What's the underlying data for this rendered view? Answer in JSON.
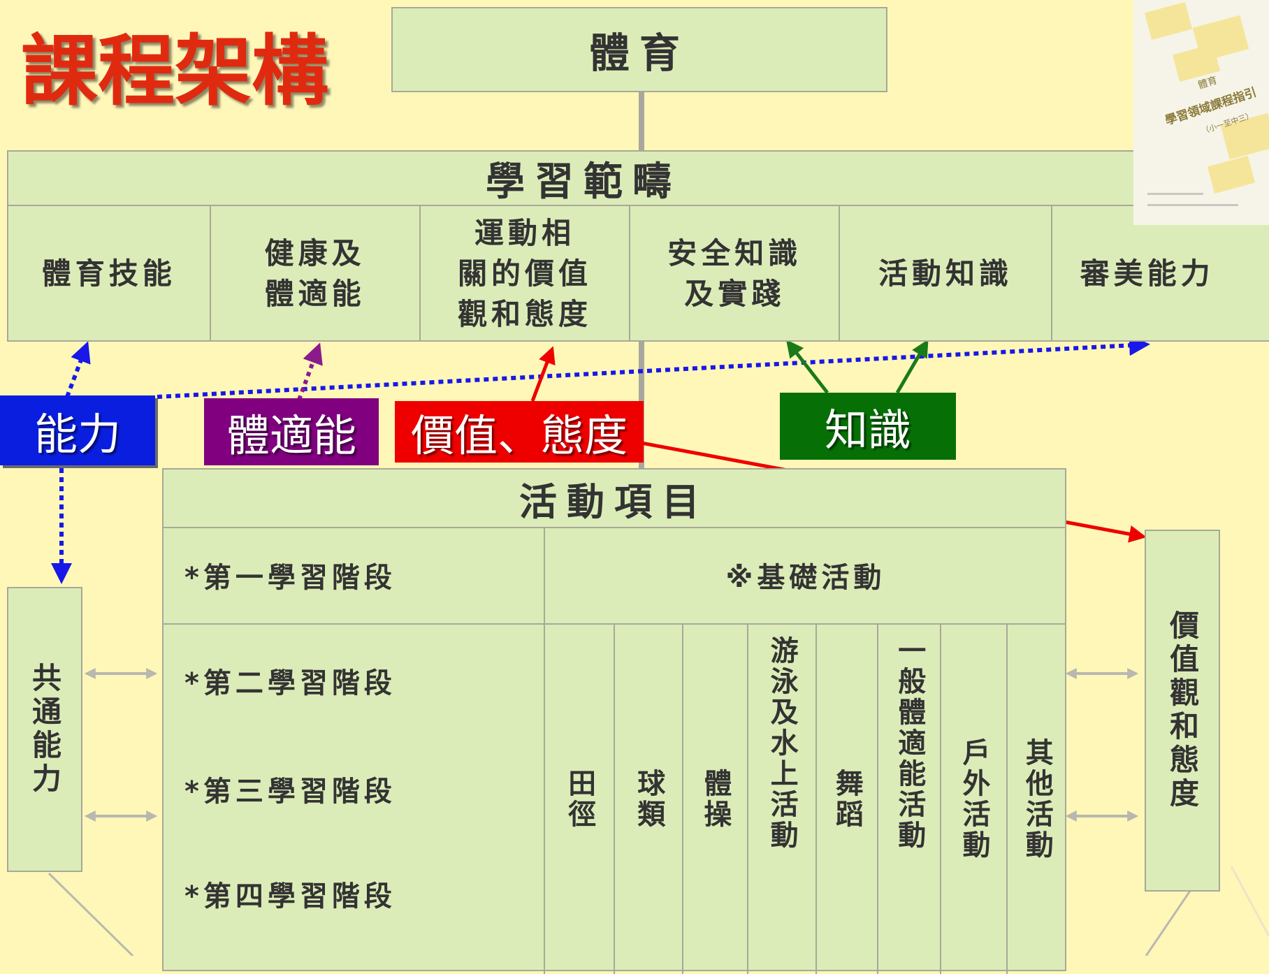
{
  "title": "課程架構",
  "top": {
    "label": "體育"
  },
  "scope": {
    "header": "學習範疇",
    "items": [
      "體育技能",
      "健康及\n體適能",
      "運動相\n關的價值\n觀和態度",
      "安全知識\n及實踐",
      "活動知識",
      "審美能力"
    ]
  },
  "tags": {
    "ability": "能力",
    "fitness": "體適能",
    "values": "價值、態度",
    "knowledge": "知識"
  },
  "activities": {
    "header": "活動項目",
    "stage1": "*第一學習階段",
    "stage2": "*第二學習階段",
    "stage3": "*第三學習階段",
    "stage4": "*第四學習階段",
    "basic": "※基礎活動",
    "types": [
      "田徑",
      "球類",
      "體操",
      "游泳及水上活動",
      "舞蹈",
      "一般體適能活動",
      "戶外活動",
      "其他活動"
    ]
  },
  "side_left": "共通能力",
  "side_right": "價值觀和態度",
  "book": {
    "small": "體育",
    "title": "學習領域課程指引",
    "sub": "（小一至中三）"
  },
  "colors": {
    "background": "#fff7b8",
    "box_fill": "#dcecb8",
    "title_red": "#e02a10",
    "ability_blue": "#0a1ee0",
    "fitness_purple": "#800080",
    "values_red": "#ee0000",
    "knowledge_green": "#067006"
  }
}
